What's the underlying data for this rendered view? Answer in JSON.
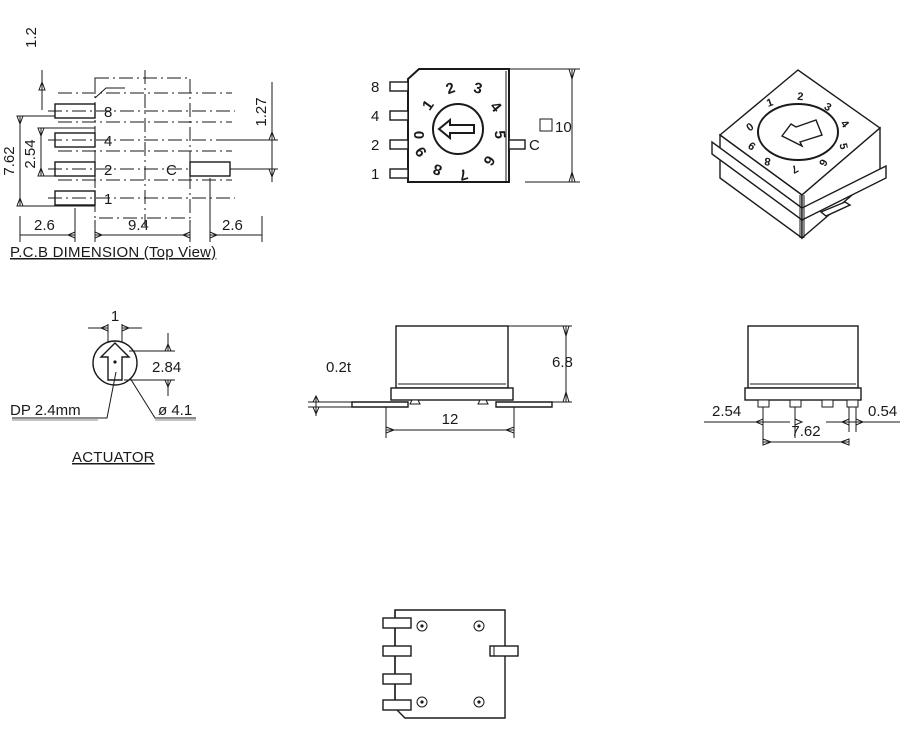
{
  "drawing": {
    "kind": "rotary-dip-switch-datasheet-dimensions",
    "units": "mm"
  },
  "pcb_view": {
    "caption": "P.C.B DIMENSION (Top View)",
    "pad_labels": [
      "8",
      "4",
      "2",
      "1"
    ],
    "common_pad_label": "C",
    "dims": {
      "pad_offset_top": "1.2",
      "span_vertical": "7.62",
      "pitch_vertical": "2.54",
      "right_offset": "1.27",
      "left_margin": "2.6",
      "center_span": "9.4",
      "right_margin": "2.6"
    }
  },
  "top_view": {
    "pin_labels": [
      "8",
      "4",
      "2",
      "1"
    ],
    "common_label": "C",
    "body_dim": "10",
    "body_dim_symbol": "□",
    "dial_digits": [
      "0",
      "1",
      "2",
      "3",
      "4",
      "5",
      "6",
      "7",
      "8",
      "9"
    ],
    "pointer": "arrow-left"
  },
  "iso_view": {
    "dial_digits": [
      "0",
      "1",
      "2",
      "3",
      "4",
      "5",
      "6",
      "7",
      "8",
      "9"
    ],
    "pointer": "arrow"
  },
  "actuator_view": {
    "caption": "ACTUATOR",
    "slot_width": "1",
    "slot_length": "2.84",
    "depth_note": "DP 2.4mm",
    "diameter_note": "ø 4.1"
  },
  "front_view": {
    "lead_thickness": "0.2t",
    "width": "12",
    "height": "6.8"
  },
  "side_view": {
    "pitch": "2.54",
    "span": "7.62",
    "lead_width": "0.54"
  },
  "bottom_view": {
    "pin_count_left": 4,
    "pin_count_right": 1,
    "hole_count": 4
  },
  "colors": {
    "line": "#1a1a1a",
    "background": "#ffffff",
    "dim_line": "#1a1a1a"
  }
}
